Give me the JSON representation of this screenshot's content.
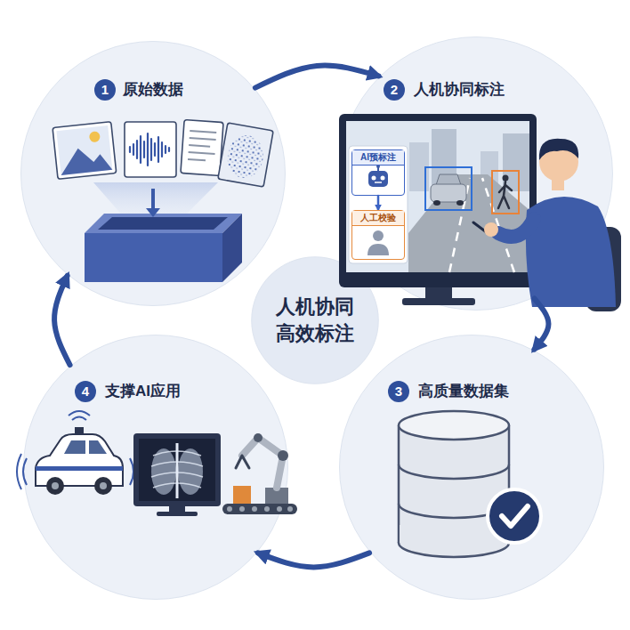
{
  "diagram": {
    "nodes": [
      {
        "text": [
          "原始数据"
        ]
      },
      {
        "text": [
          "人机协同标注"
        ]
      },
      {
        "text": [
          "高质量数据集"
        ]
      },
      {
        "text": [
          "支撑AI应用"
        ]
      },
      {
        "text": [
          "人机协同 高效标注"
        ]
      },
      {
        "text": [
          "AI预标注"
        ],
        "in": 1
      },
      {
        "text": [
          "人工校验"
        ],
        "in": 1
      }
    ],
    "edges": [
      {
        "from": 0,
        "to": 1,
        "arrow": "to"
      },
      {
        "from": 1,
        "to": 2,
        "arrow": "to"
      },
      {
        "from": 2,
        "to": 3,
        "arrow": "to"
      },
      {
        "from": 3,
        "to": 0,
        "arrow": "to"
      },
      {
        "from": 5,
        "to": 6,
        "arrow": "to"
      }
    ],
    "labels": [
      "1",
      "2",
      "3",
      "4"
    ]
  }
}
